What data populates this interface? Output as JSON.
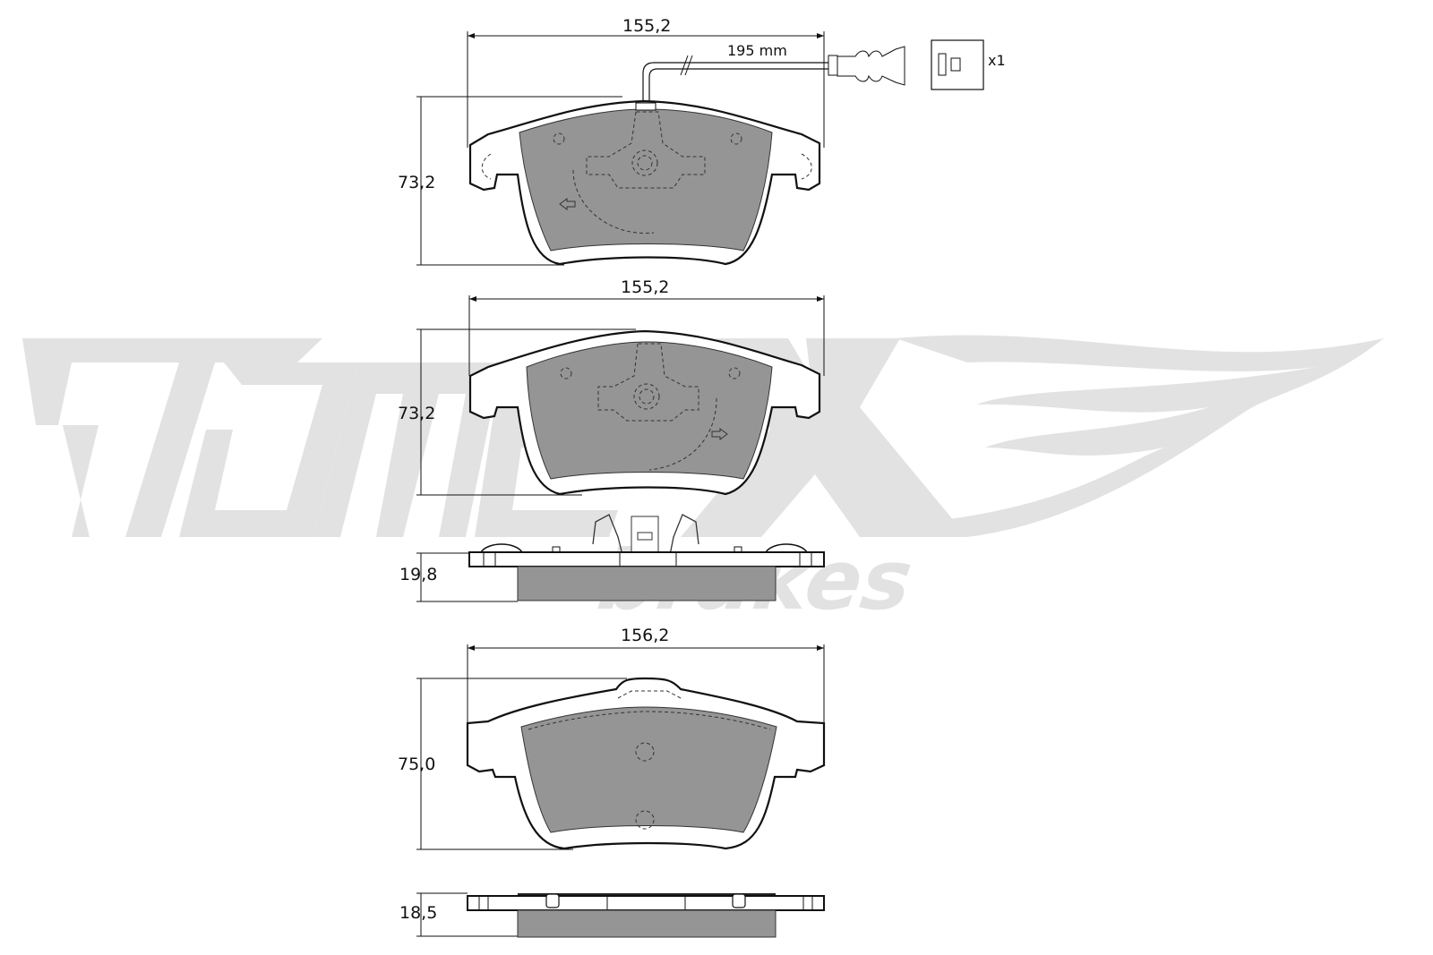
{
  "watermark": {
    "brand": "TOMEX",
    "subtitle": "brakes",
    "color": "#e2e2e2"
  },
  "colors": {
    "friction_material": "#959595",
    "outline": "#111111",
    "background": "#ffffff"
  },
  "views": [
    {
      "id": "pad-1-front",
      "width_label": "155,2",
      "height_label": "73,2",
      "sensor": {
        "length_label": "195 mm",
        "quantity_label": "x1"
      }
    },
    {
      "id": "pad-2-front",
      "width_label": "155,2",
      "height_label": "73,2",
      "thickness_label": "19,8"
    },
    {
      "id": "pad-3-front",
      "width_label": "156,2",
      "height_label": "75,0",
      "thickness_label": "18,5"
    }
  ]
}
